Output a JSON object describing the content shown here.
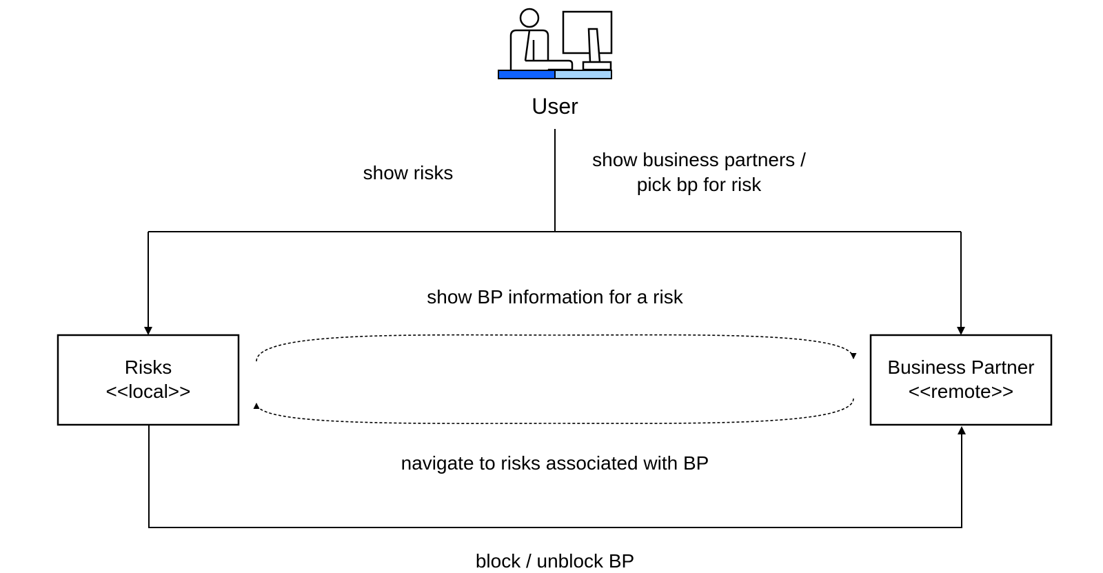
{
  "actor": {
    "name": "User",
    "icon": "user-at-computer-icon",
    "colors": {
      "desk_dark": "#0f62fe",
      "desk_light": "#a6d5fa"
    }
  },
  "nodes": {
    "risks": {
      "name": "Risks",
      "stereotype": "<<local>>"
    },
    "business_partner": {
      "name": "Business Partner",
      "stereotype": "<<remote>>"
    }
  },
  "edges": {
    "show_risks": "show risks",
    "show_business_partners": [
      "show business partners /",
      "pick bp for risk"
    ],
    "show_bp_information": "show BP information for a risk",
    "navigate_to_risks": "navigate to risks associated with BP",
    "block_unblock": "block / unblock BP"
  }
}
